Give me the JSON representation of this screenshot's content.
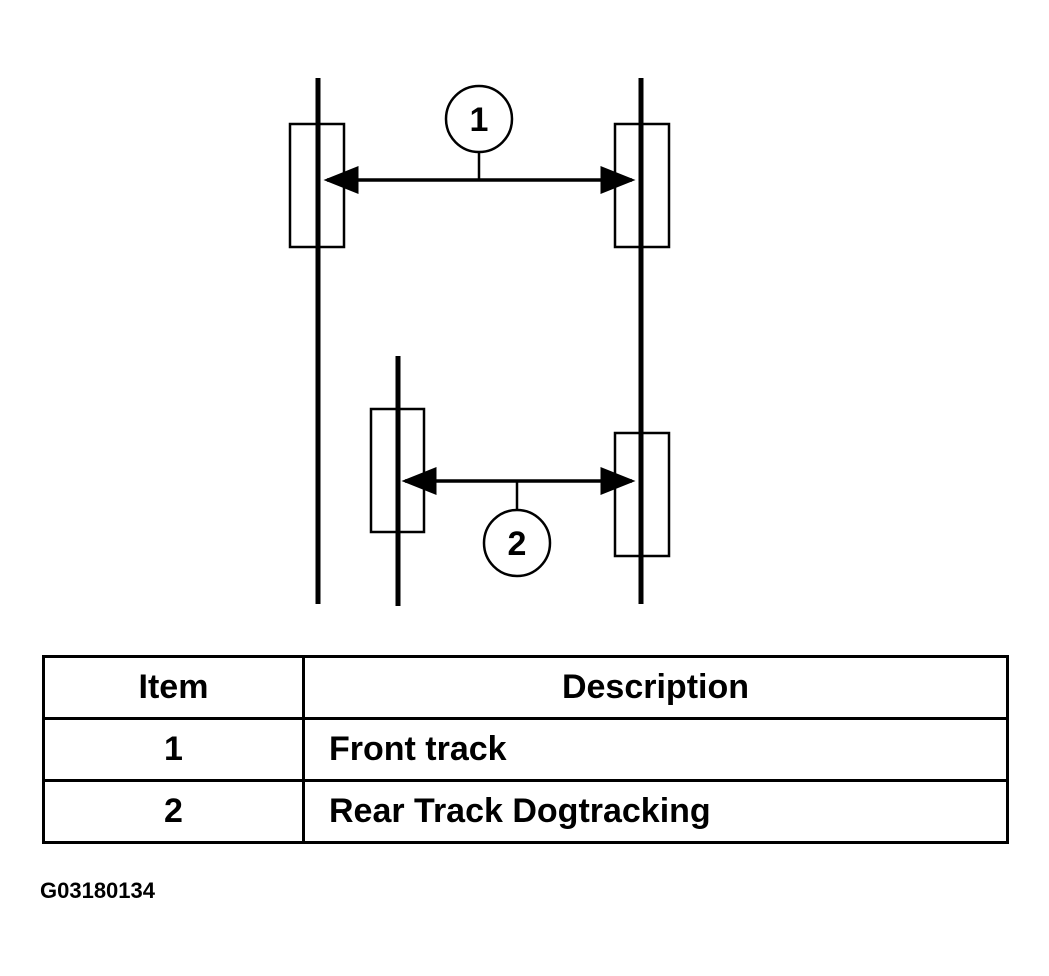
{
  "callouts": {
    "c1": "1",
    "c2": "2"
  },
  "legend": {
    "header_item": "Item",
    "header_description": "Description",
    "rows": [
      {
        "item": "1",
        "description": "Front track"
      },
      {
        "item": "2",
        "description": "Rear Track Dogtracking"
      }
    ]
  },
  "figure_id": "G03180134",
  "colors": {
    "line": "#000000",
    "background": "#ffffff"
  }
}
